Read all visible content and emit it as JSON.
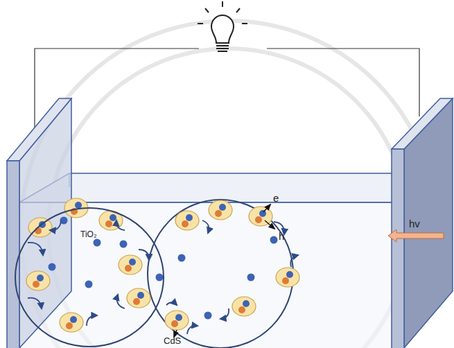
{
  "diagram": {
    "nodes": [
      {
        "text": [
          "TiO₂"
        ]
      }
    ],
    "labels": [
      "e",
      "h",
      "hv",
      "CdS"
    ]
  }
}
